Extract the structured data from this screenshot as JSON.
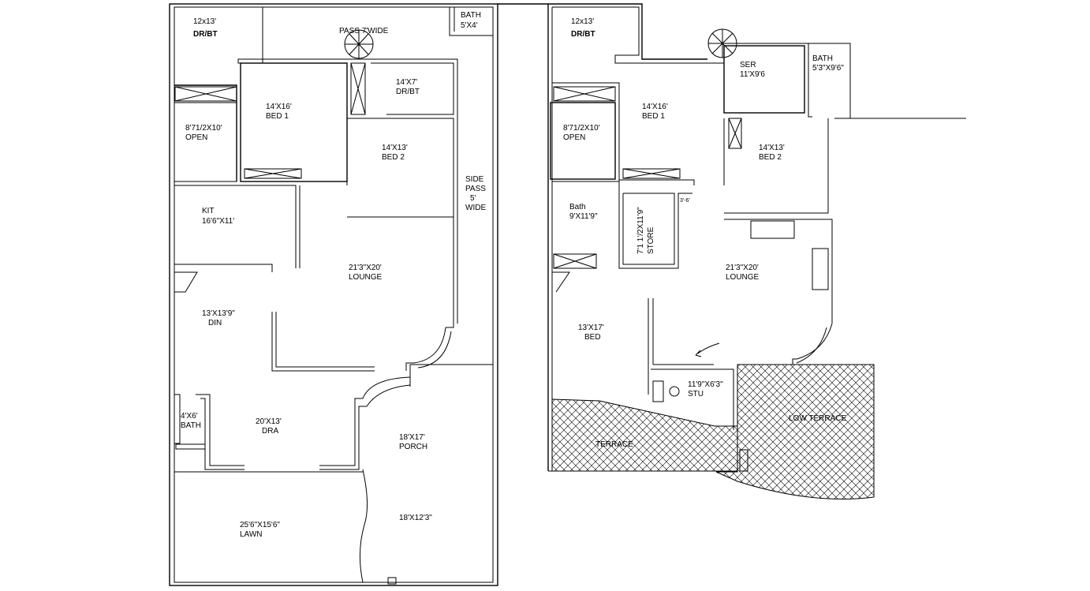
{
  "ground_floor": {
    "rooms": [
      {
        "id": "dr_bt",
        "name": "DR/BT",
        "size": "12x13'"
      },
      {
        "id": "pass",
        "name": "PASS 7'WIDE",
        "size": ""
      },
      {
        "id": "bath_top",
        "name": "BATH",
        "size": "5'X4'"
      },
      {
        "id": "bed1",
        "name": "BED 1",
        "size": "14'X16'"
      },
      {
        "id": "dr_bt2",
        "name": "DR/BT",
        "size": "14'X7'"
      },
      {
        "id": "open",
        "name": "OPEN",
        "size": "8'71/2X10'"
      },
      {
        "id": "bed2",
        "name": "BED 2",
        "size": "14'X13'"
      },
      {
        "id": "kit",
        "name": "KIT",
        "size": "16'6\"X11'"
      },
      {
        "id": "lounge",
        "name": "LOUNGE",
        "size": "21'3\"X20'"
      },
      {
        "id": "din",
        "name": "DIN",
        "size": "13'X13'9\""
      },
      {
        "id": "bath_small",
        "name": "BATH",
        "size": "4'X6'"
      },
      {
        "id": "dra",
        "name": "DRA",
        "size": "20'X13'"
      },
      {
        "id": "porch",
        "name": "PORCH",
        "size": "18'X17'"
      },
      {
        "id": "parking",
        "name": "",
        "size": "18'X12'3\""
      },
      {
        "id": "lawn",
        "name": "LAWN",
        "size": "25'6\"X15'6\""
      }
    ],
    "side_pass": [
      "SIDE",
      "PASS",
      "5'",
      "WIDE"
    ]
  },
  "first_floor": {
    "rooms": [
      {
        "id": "dr_bt",
        "name": "DR/BT",
        "size": "12x13'"
      },
      {
        "id": "ser",
        "name": "SER",
        "size": "11'X9'6"
      },
      {
        "id": "bath_top",
        "name": "BATH",
        "size": "5'3\"X9'6\""
      },
      {
        "id": "bed1",
        "name": "BED 1",
        "size": "14'X16'"
      },
      {
        "id": "open",
        "name": "OPEN",
        "size": "8'71/2X10'"
      },
      {
        "id": "bed2",
        "name": "BED 2",
        "size": "14'X13'"
      },
      {
        "id": "bath",
        "name": "Bath",
        "size": "9'X11'9\""
      },
      {
        "id": "store",
        "name": "STORE",
        "size": "7'1 1'/2X11'9\""
      },
      {
        "id": "lounge",
        "name": "LOUNGE",
        "size": "21'3\"X20'"
      },
      {
        "id": "bed",
        "name": "BED",
        "size": "13'X17'"
      },
      {
        "id": "stu",
        "name": "STU",
        "size": "11'9\"X6'3\""
      },
      {
        "id": "terrace",
        "name": "TERRACE",
        "size": ""
      },
      {
        "id": "low_terrace",
        "name": "LOW TERRACE",
        "size": ""
      }
    ],
    "store_door_dim": "3'-6'"
  }
}
